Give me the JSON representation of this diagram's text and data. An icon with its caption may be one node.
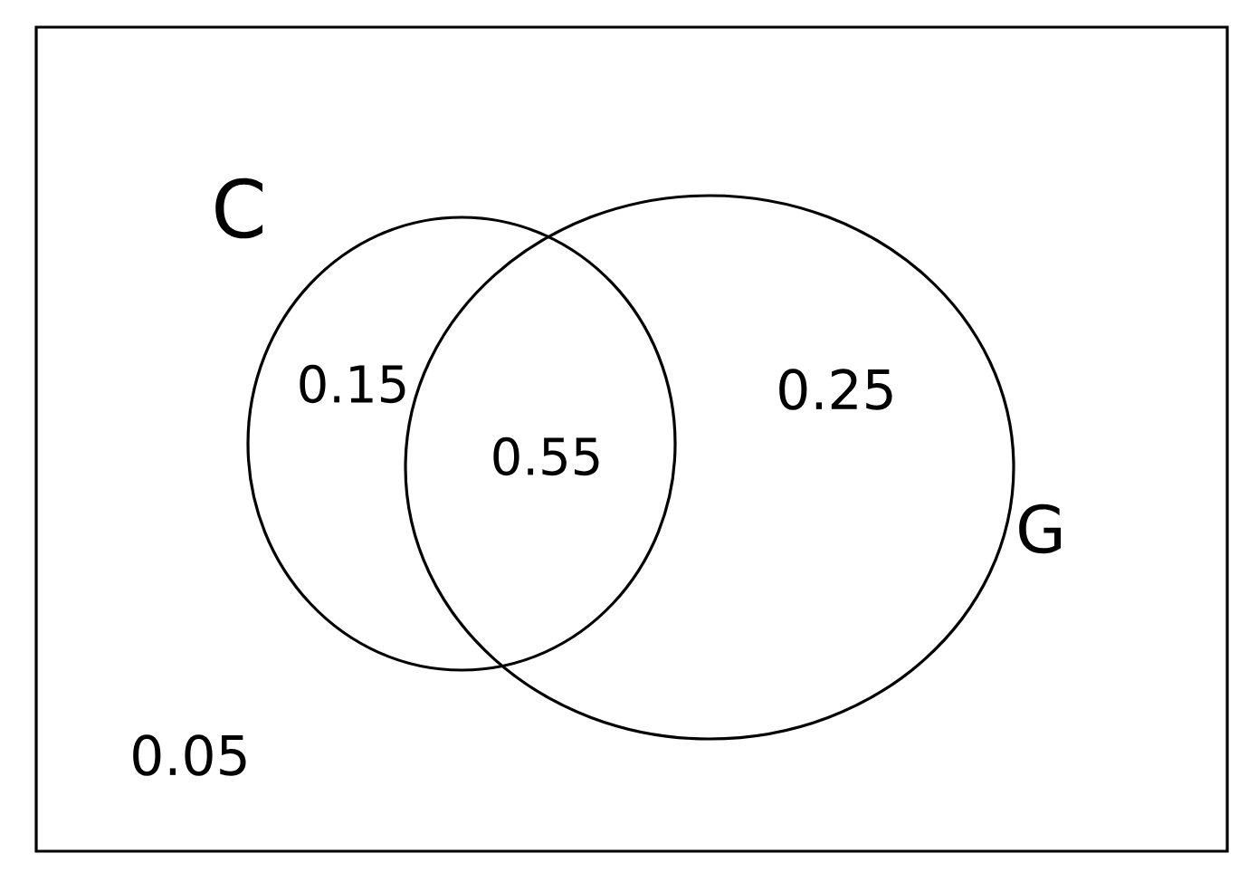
{
  "diagram": {
    "nodes": [
      {
        "text": [
          "0.05"
        ]
      },
      {
        "text": [
          "C",
          "0.15"
        ],
        "in": 0
      },
      {
        "text": [
          "0.25",
          "G"
        ],
        "in": 0
      }
    ],
    "labels": [
      "0.55"
    ]
  }
}
